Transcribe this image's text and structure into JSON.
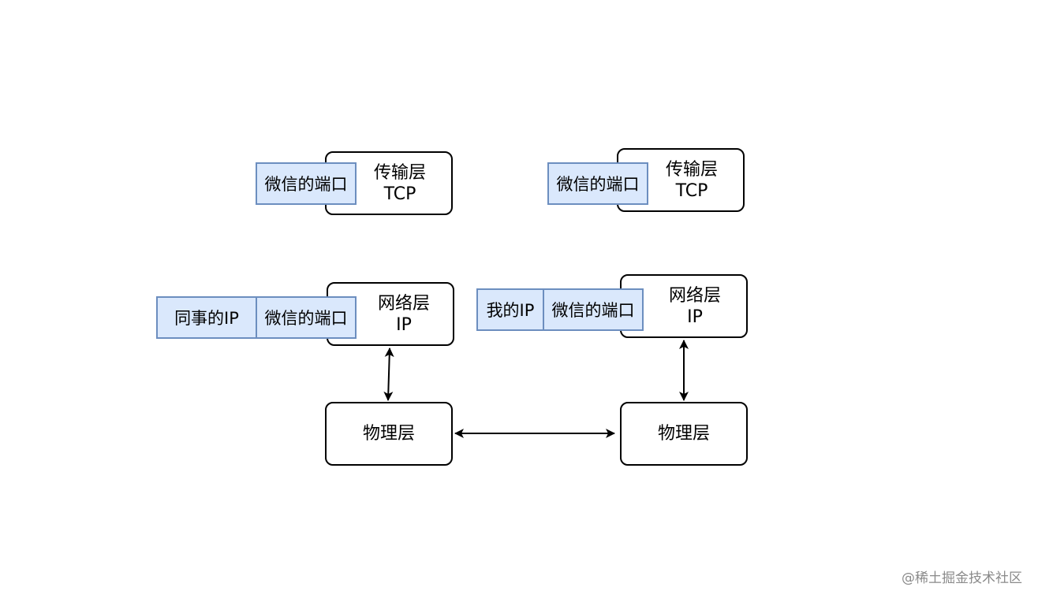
{
  "left_stack": {
    "transport": {
      "line1": "传输层",
      "line2": "TCP",
      "port_tag": "微信的端口"
    },
    "network": {
      "line1": "网络层",
      "line2": "IP",
      "ip_tag": "同事的IP",
      "port_tag": "微信的端口"
    },
    "physical": {
      "label": "物理层"
    }
  },
  "right_stack": {
    "transport": {
      "line1": "传输层",
      "line2": "TCP",
      "port_tag": "微信的端口"
    },
    "network": {
      "line1": "网络层",
      "line2": "IP",
      "ip_tag": "我的IP",
      "port_tag": "微信的端口"
    },
    "physical": {
      "label": "物理层"
    }
  },
  "colors": {
    "box_border": "#000000",
    "tag_fill": "#dae8fc",
    "tag_border": "#6c8ebf",
    "watermark": "#8a8a8a"
  },
  "watermark": "@稀土掘金技术社区"
}
